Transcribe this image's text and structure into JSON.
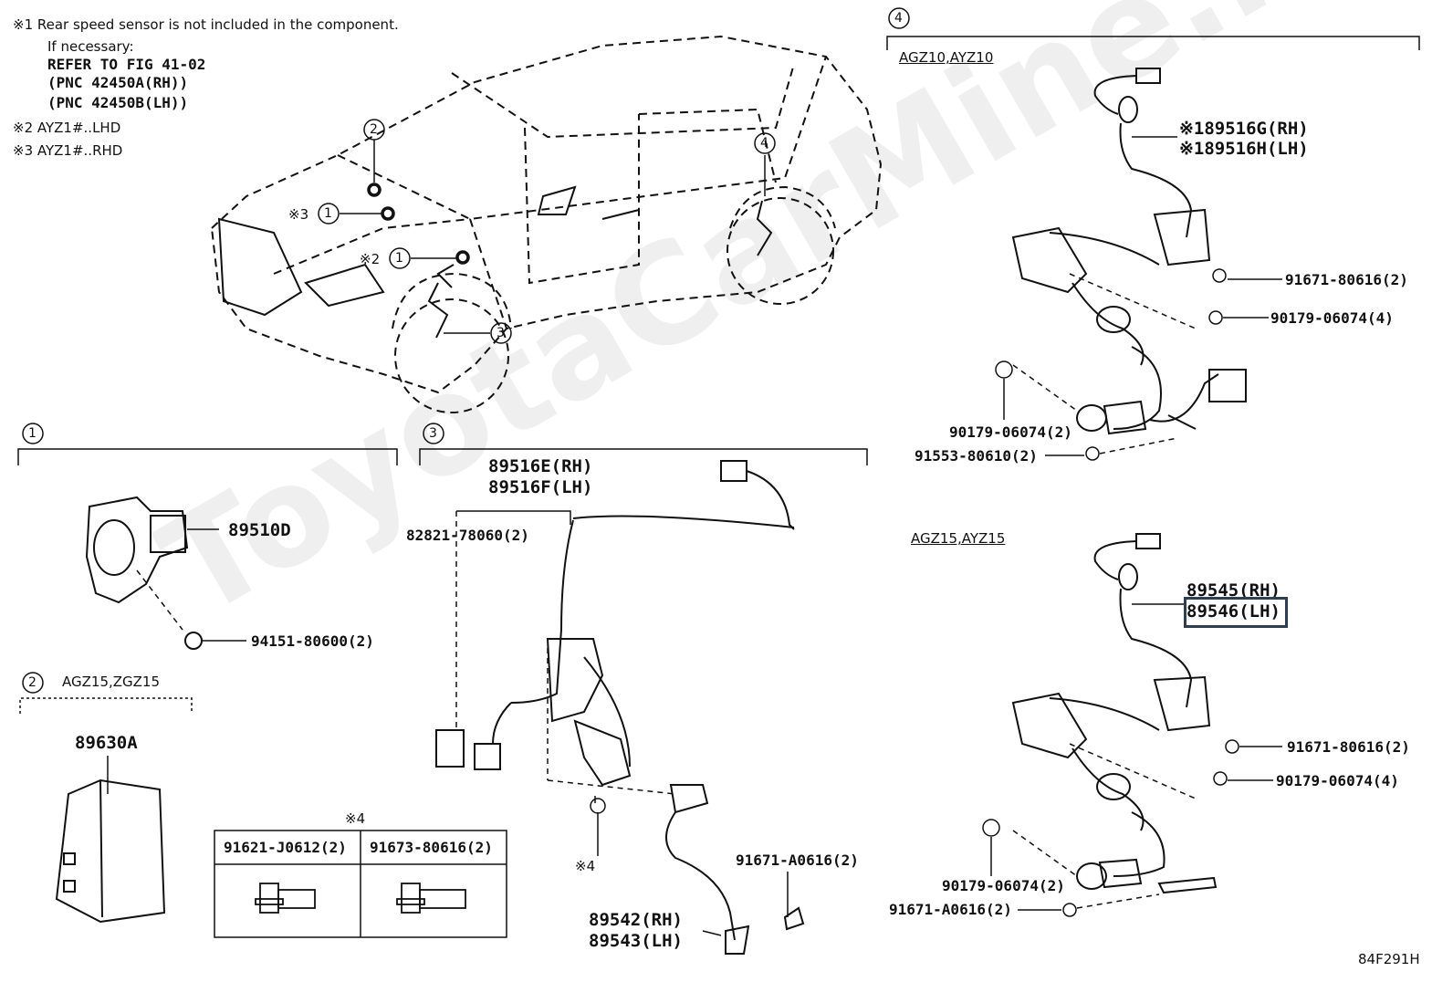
{
  "notes": {
    "n1": "※1 Rear speed sensor is not included in the component.",
    "n1b": "If necessary:",
    "ref1": "REFER TO FIG 41-02",
    "ref2": "(PNC 42450A(RH))",
    "ref3": "(PNC 42450B(LH))",
    "n2": "※2 AYZ1#..LHD",
    "n3": "※3 AYZ1#..RHD"
  },
  "car_callouts": {
    "c2": "2",
    "c3x": "※3",
    "c1a": "1",
    "c2x": "※2",
    "c1b": "1",
    "c3": "3",
    "c4": "4"
  },
  "section1": {
    "num": "1",
    "part_sensor": "89510D",
    "part_nut": "94151-80600(2)"
  },
  "section2": {
    "num": "2",
    "model": "AGZ15,ZGZ15",
    "part": "89630A"
  },
  "section3": {
    "num": "3",
    "part_rh": "89516E(RH)",
    "part_lh": "89516F(LH)",
    "clip": "82821-78060(2)",
    "bolt": "91671-A0616(2)",
    "sensor_rh": "89542(RH)",
    "sensor_lh": "89543(LH)",
    "x4": "※4"
  },
  "bolt_table": {
    "title": "※4",
    "col1": "91621-J0612(2)",
    "col2": "91673-80616(2)"
  },
  "section4": {
    "num": "4",
    "top": {
      "model": "AGZ10,AYZ10",
      "part_rh": "※189516G(RH)",
      "part_lh": "※189516H(LH)",
      "bolt1": "91671-80616(2)",
      "clip1": "90179-06074(4)",
      "clip2": "90179-06074(2)",
      "bolt2": "91553-80610(2)"
    },
    "bottom": {
      "model": "AGZ15,AYZ15",
      "part_rh": "89545(RH)",
      "part_lh": "89546(LH)",
      "bolt1": "91671-80616(2)",
      "clip1": "90179-06074(4)",
      "clip2": "90179-06074(2)",
      "bolt2": "91671-A0616(2)"
    }
  },
  "watermark": "ToyotaCarMine.ru",
  "figure_id": "84F291H"
}
